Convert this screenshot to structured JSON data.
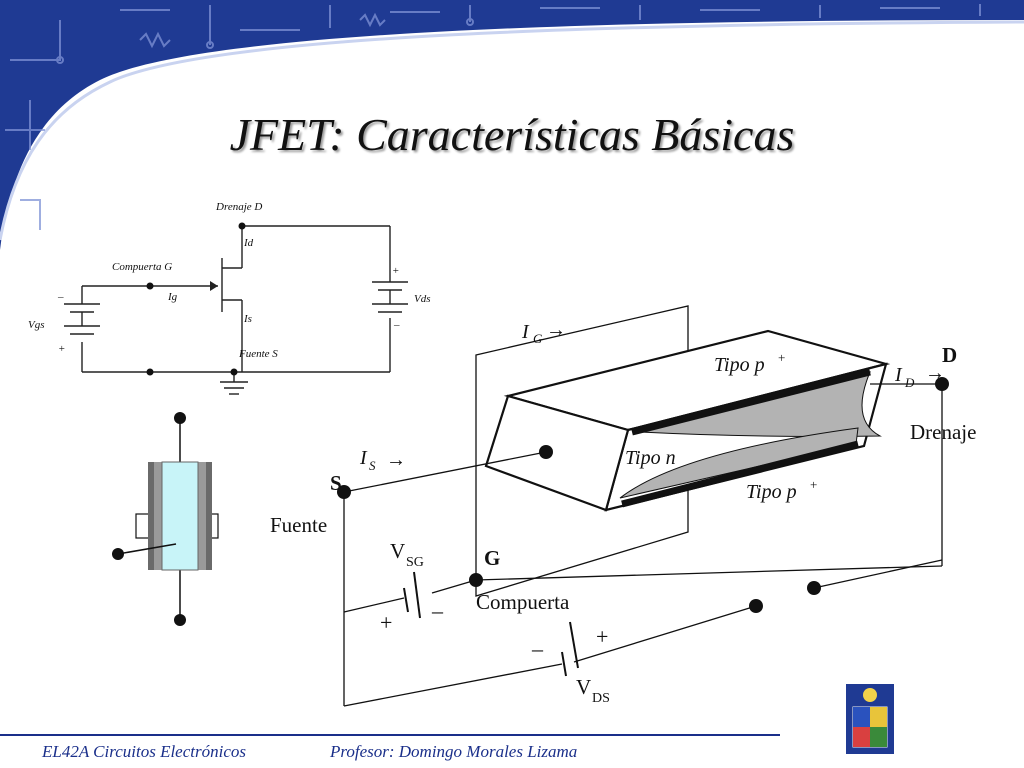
{
  "slide": {
    "title": "JFET: Características Básicas",
    "footer_left": "EL42A Circuitos Electrónicos",
    "footer_right": "Profesor: Domingo Morales Lizama"
  },
  "schematic": {
    "drain": "Drenaje D",
    "gate": "Compuerta G",
    "source": "Fuente S",
    "id": "Id",
    "ig": "Ig",
    "is": "Is",
    "vgs": "Vgs",
    "vds": "Vds",
    "plus": "+",
    "minus": "–"
  },
  "device": {
    "ig_main": "I",
    "ig_sub": "G",
    "id_main": "I",
    "id_sub": "D",
    "is_main": "I",
    "is_sub": "S",
    "arrow": "→",
    "d_letter": "D",
    "s_letter": "S",
    "g_letter": "G",
    "drenaje": "Drenaje",
    "fuente": "Fuente",
    "compuerta": "Compuerta",
    "tipo_p_top": "Tipo p",
    "tipo_p_bottom": "Tipo p",
    "plus_sup": "+",
    "tipo_n": "Tipo n",
    "vsg_main": "V",
    "vsg_sub": "SG",
    "vds_main": "V",
    "vds_sub": "DS",
    "plus": "+",
    "minus": "–"
  },
  "colors": {
    "header_blue": "#1f3a93",
    "footer_blue": "#1a2f8a",
    "channel_cyan": "#c8f4f8",
    "gate_gray": "#8a8a8a",
    "depletion_gray": "#b3b3b3"
  }
}
